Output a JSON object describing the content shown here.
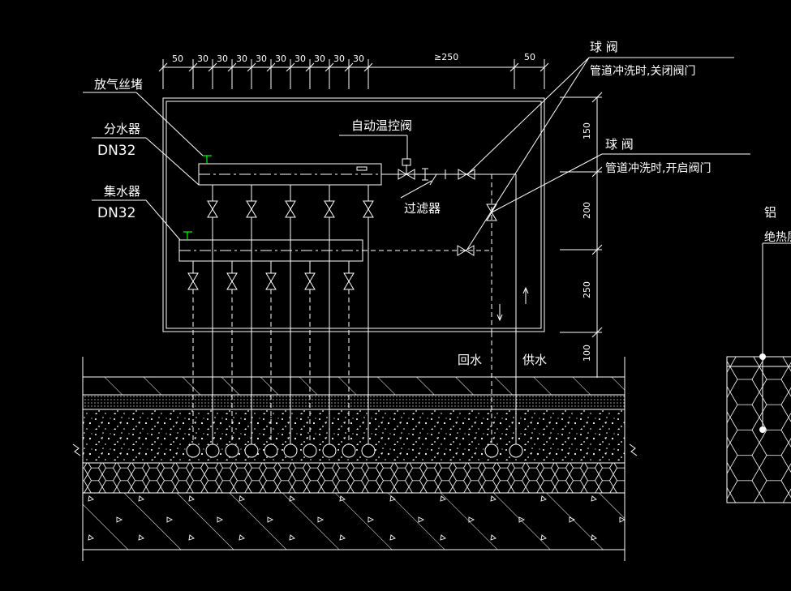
{
  "colors": {
    "background": "#000000",
    "lines": "#ffffff",
    "accent": "#00ff00"
  },
  "top_dims": [
    "50",
    "30",
    "30",
    "30",
    "30",
    "30",
    "30",
    "30",
    "30",
    "30",
    "≥250",
    "50"
  ],
  "right_dims": [
    "150",
    "200",
    "250",
    "100"
  ],
  "labels": {
    "air_vent": "放气丝堵",
    "distributor": "分水器",
    "distributor_size": "DN32",
    "collector": "集水器",
    "collector_size": "DN32",
    "auto_valve": "自动温控阀",
    "filter": "过滤器",
    "ball_valve_1_title": "球    阀",
    "ball_valve_1_note": "管道冲洗时,关闭阀门",
    "ball_valve_2_title": "球    阀",
    "ball_valve_2_note": "管道冲洗时,开启阀门",
    "return_water": "回水",
    "supply_water": "供水",
    "detail_title": "铝",
    "detail_subtitle": "绝热层"
  }
}
